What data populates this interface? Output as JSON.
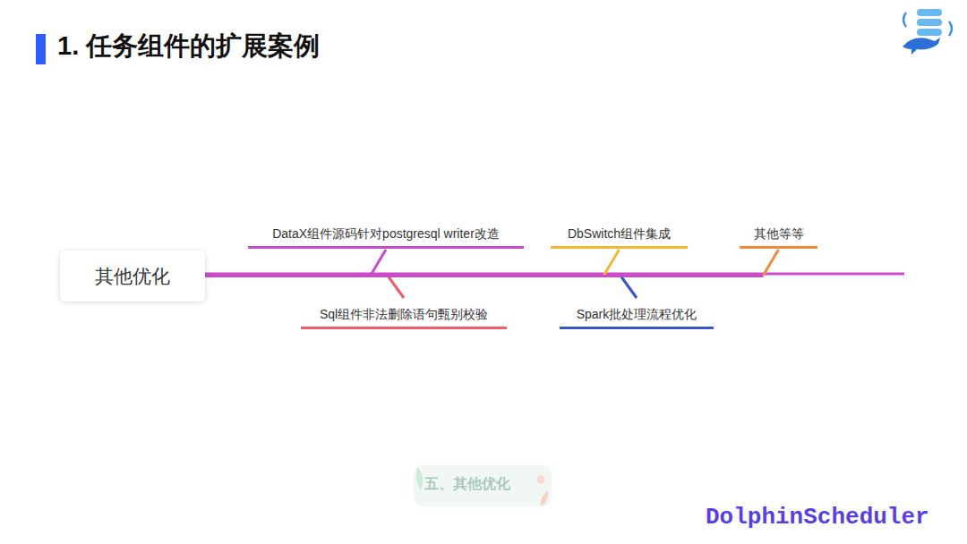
{
  "diagram": {
    "title": "1. 任务组件的扩展案例",
    "nodes": [
      {
        "text": [
          "其他优化"
        ]
      },
      {
        "text": [
          "DataX组件源码针对postgresql writer改造"
        ]
      },
      {
        "text": [
          "Sql组件非法删除语句甄别校验"
        ]
      },
      {
        "text": [
          "DbSwitch组件集成"
        ]
      },
      {
        "text": [
          "Spark批处理流程优化"
        ]
      },
      {
        "text": [
          "其他等等"
        ]
      }
    ],
    "edges": [
      {
        "from": 0,
        "to": 1,
        "arrow": "none"
      },
      {
        "from": 0,
        "to": 2,
        "arrow": "none"
      },
      {
        "from": 0,
        "to": 3,
        "arrow": "none"
      },
      {
        "from": 0,
        "to": 4,
        "arrow": "none"
      },
      {
        "from": 0,
        "to": 5,
        "arrow": "none"
      }
    ],
    "labels": [
      "五、其他优化",
      "DolphinScheduler"
    ]
  }
}
